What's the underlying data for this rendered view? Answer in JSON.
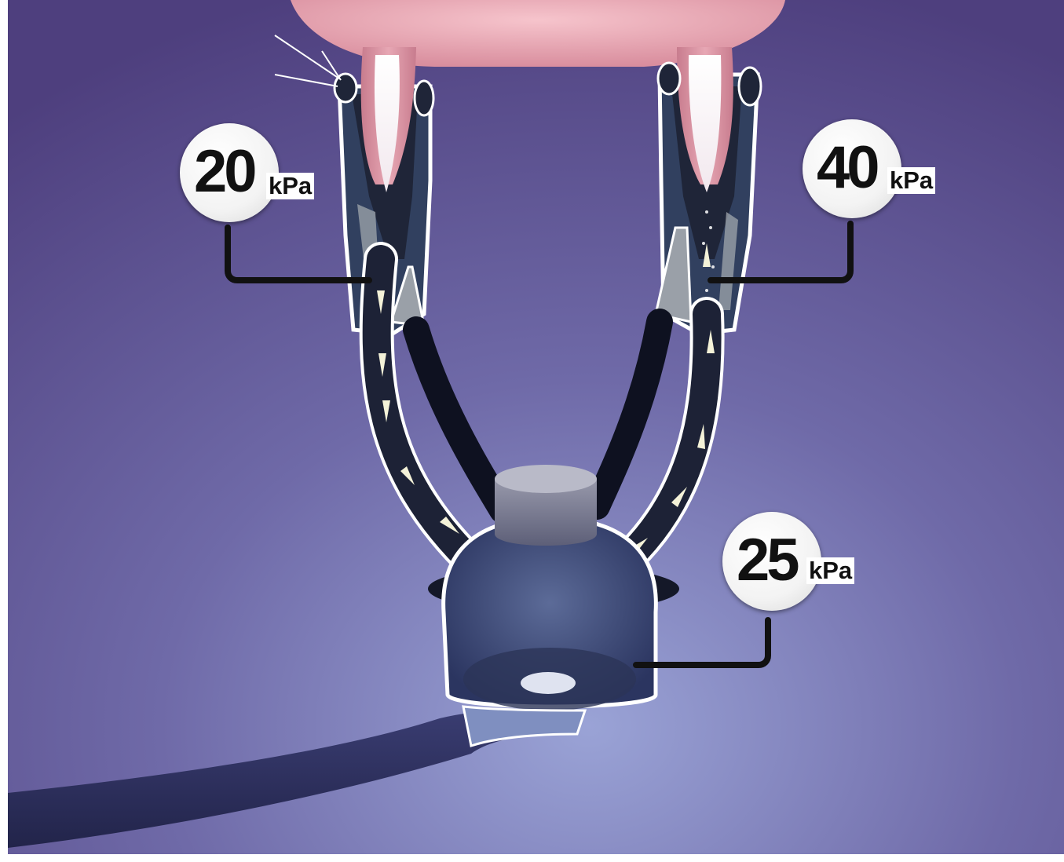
{
  "gauges": {
    "left_teat": {
      "value": "20",
      "unit": "kPa"
    },
    "right_teat": {
      "value": "40",
      "unit": "kPa"
    },
    "claw": {
      "value": "25",
      "unit": "kPa"
    }
  },
  "colors": {
    "background_top": "#5a4a8a",
    "background_bottom": "#8a94cc",
    "udder": "#e8a0b0",
    "milk": "#ffffff",
    "liner": "#1f2538",
    "shell_outline": "#ffffff",
    "claw_body": "#3a4870",
    "milk_hose": "#2c2e5a"
  }
}
